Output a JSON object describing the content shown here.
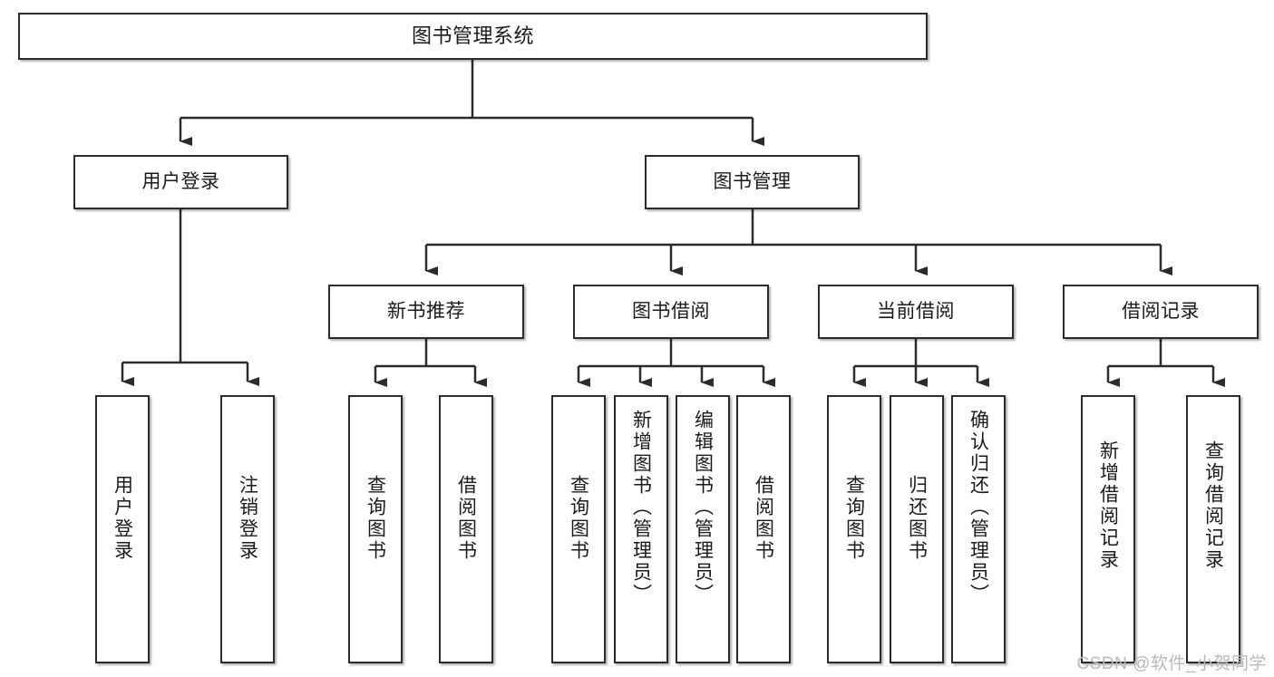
{
  "diagram": {
    "type": "tree-hierarchy",
    "title": "图书管理系统",
    "orientation": "top-down",
    "colors": {
      "box_border": "#2b2b2b",
      "box_fill": "#ffffff",
      "connector": "#2b2b2b",
      "text": "#1a1a1a",
      "watermark": "#b9b9b9"
    },
    "nodes": {
      "root": {
        "label": "图书管理系统"
      },
      "level2": [
        {
          "id": "user-login",
          "label": "用户登录"
        },
        {
          "id": "book-manage",
          "label": "图书管理"
        }
      ],
      "level3": [
        {
          "id": "new-book-recommend",
          "label": "新书推荐"
        },
        {
          "id": "book-borrow",
          "label": "图书借阅"
        },
        {
          "id": "current-borrow",
          "label": "当前借阅"
        },
        {
          "id": "borrow-record",
          "label": "借阅记录"
        }
      ],
      "leaves": {
        "user-login": [
          {
            "id": "leaf-user-login",
            "label": "用户登录"
          },
          {
            "id": "leaf-logout",
            "label": "注销登录"
          }
        ],
        "new-book-recommend": [
          {
            "id": "leaf-query-book-1",
            "label": "查询图书"
          },
          {
            "id": "leaf-borrow-book-1",
            "label": "借阅图书"
          }
        ],
        "book-borrow": [
          {
            "id": "leaf-query-book-2",
            "label": "查询图书"
          },
          {
            "id": "leaf-add-book",
            "label": "新增图书（管理员）"
          },
          {
            "id": "leaf-edit-book",
            "label": "编辑图书（管理员）"
          },
          {
            "id": "leaf-borrow-book-2",
            "label": "借阅图书"
          }
        ],
        "current-borrow": [
          {
            "id": "leaf-query-book-3",
            "label": "查询图书"
          },
          {
            "id": "leaf-return-book",
            "label": "归还图书"
          },
          {
            "id": "leaf-confirm-return",
            "label": "确认归还（管理员）"
          }
        ],
        "borrow-record": [
          {
            "id": "leaf-add-record",
            "label": "新增借阅记录"
          },
          {
            "id": "leaf-query-record",
            "label": "查询借阅记录"
          }
        ]
      }
    },
    "watermark": "CSDN @软件_小贺同学"
  }
}
